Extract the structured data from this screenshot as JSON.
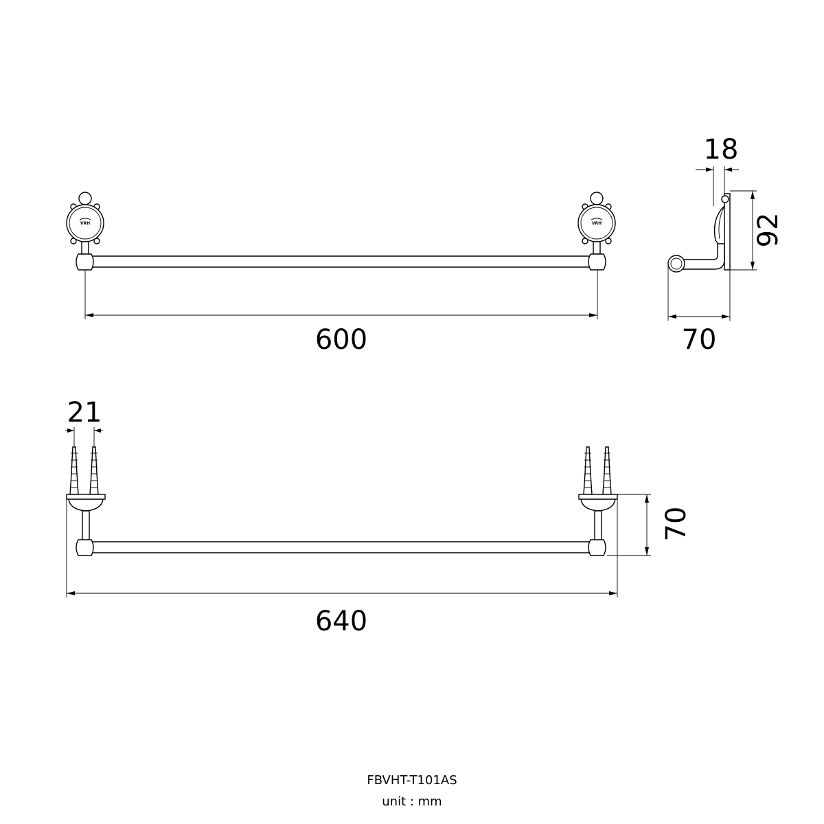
{
  "front_view": {
    "dimension_length": "600",
    "brand_mark": "VRH"
  },
  "side_view": {
    "dimension_depth": "70",
    "dimension_height": "92",
    "dimension_flange": "18"
  },
  "top_view": {
    "dimension_overall_length": "640",
    "dimension_screw_spacing": "21",
    "dimension_projection": "70"
  },
  "footer": {
    "model_code": "FBVHT-T101AS",
    "unit_label": "unit : mm"
  }
}
